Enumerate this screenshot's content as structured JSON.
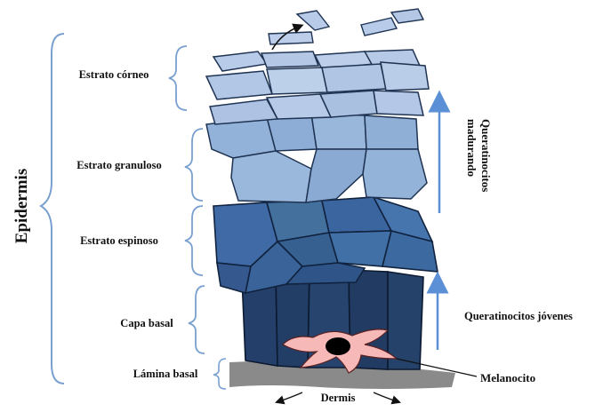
{
  "diagram": {
    "title": "Epidermis",
    "layers": [
      {
        "label": "Estrato córneo"
      },
      {
        "label": "Estrato granuloso"
      },
      {
        "label": "Estrato espinoso"
      },
      {
        "label": "Capa basal"
      },
      {
        "label": "Lámina basal"
      }
    ],
    "right_labels": {
      "maturing": "Queratinocitos madurando",
      "young": "Queratinocitos jóvenes",
      "melanocyte": "Melanocito",
      "dermis": "Dermis"
    }
  },
  "colors": {
    "corneo": "#b8cbe8",
    "granuloso": "#93b2d9",
    "espinoso": "#3f6aa6",
    "basal": "#24406a",
    "melanocyte": "#f7b8b8",
    "lamina": "#8a8a8a",
    "bracket": "#7aa0d0",
    "arrow": "#5b8fd6"
  }
}
